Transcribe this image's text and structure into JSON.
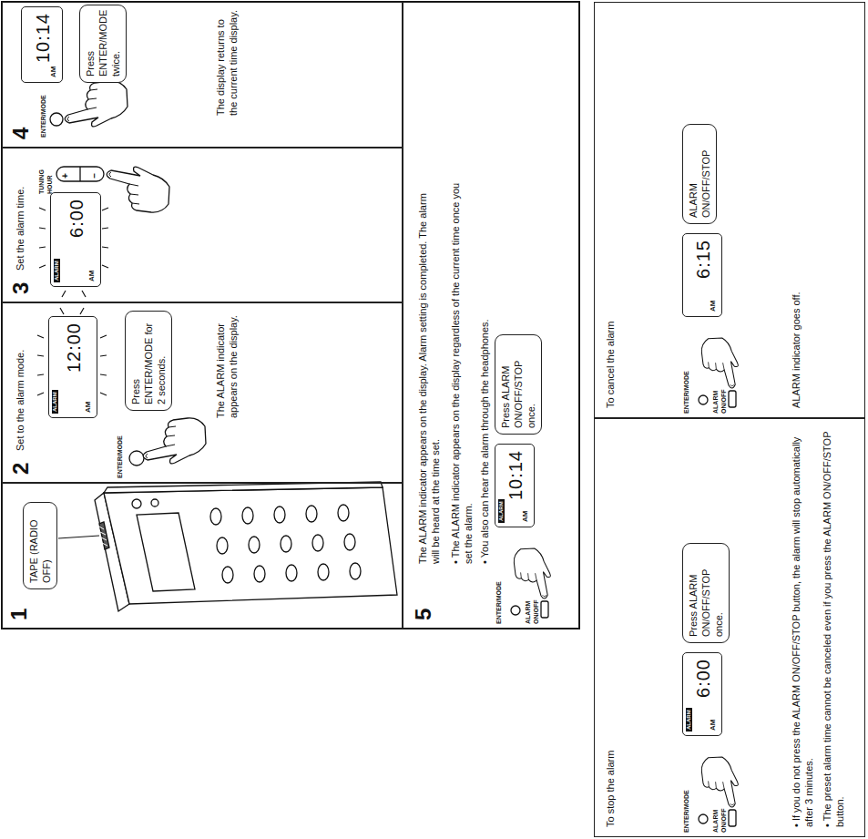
{
  "diagram": {
    "nodes": [
      {
        "text": [
          "1"
        ]
      },
      {
        "text": [
          "TAPE (RADIO OFF)"
        ],
        "in": 0
      },
      {
        "text": [
          "2",
          "Set to the alarm mode.",
          "The ALARM indicator appears on the display."
        ]
      },
      {
        "text": [
          "ALARM",
          "AM",
          "12:00"
        ],
        "in": 2
      },
      {
        "text": [
          "Press ENTER/MODE for 2 seconds."
        ],
        "in": 2
      },
      {
        "text": [
          "3",
          "Set the alarm time."
        ]
      },
      {
        "text": [
          "ALARM",
          "AM",
          "6:00"
        ],
        "in": 5
      },
      {
        "text": [
          "4",
          "The display returns to the current time display."
        ]
      },
      {
        "text": [
          "AM",
          "10:14"
        ],
        "in": 7
      },
      {
        "text": [
          "Press ENTER/MODE twice."
        ],
        "in": 7
      },
      {
        "text": [
          "5",
          "The ALARM indicator appears on the display. Alarm setting is completed. The alarm will be heard at the time set.",
          "• The ALARM indicator appears on the display regardless of the current time once you set the alarm.",
          "• You also can hear the alarm through the headphones."
        ]
      },
      {
        "text": [
          "ALARM",
          "AM",
          "10:14"
        ],
        "in": 10
      },
      {
        "text": [
          "Press ALARM ON/OFF/STOP once."
        ],
        "in": 10
      },
      {
        "text": [
          "To stop the alarm",
          "• If you do not press the ALARM ON/OFF/STOP button, the alarm will stop automatically after 3 minutes.",
          "• The preset alarm time cannot be canceled even if you press the ALARM ON/OFF/STOP button."
        ]
      },
      {
        "text": [
          "ALARM",
          "AM",
          "6:00"
        ],
        "in": 13
      },
      {
        "text": [
          "Press ALARM ON/OFF/STOP once."
        ],
        "in": 13
      },
      {
        "text": [
          "To cancel the alarm",
          "ALARM indicator goes off."
        ]
      },
      {
        "text": [
          "AM",
          "6:15"
        ],
        "in": 16
      },
      {
        "text": [
          "ALARM ON/OFF/STOP"
        ],
        "in": 16
      }
    ],
    "labels": [
      "ENTER/MODE",
      "TUNING HOUR",
      "+",
      "–",
      "ENTER/MODE",
      "ENTER/MODE",
      "ALARM ON/OFF",
      "ENTER/MODE",
      "ALARM ON/OFF",
      "ENTER/MODE",
      "ALARM ON/OFF"
    ]
  }
}
